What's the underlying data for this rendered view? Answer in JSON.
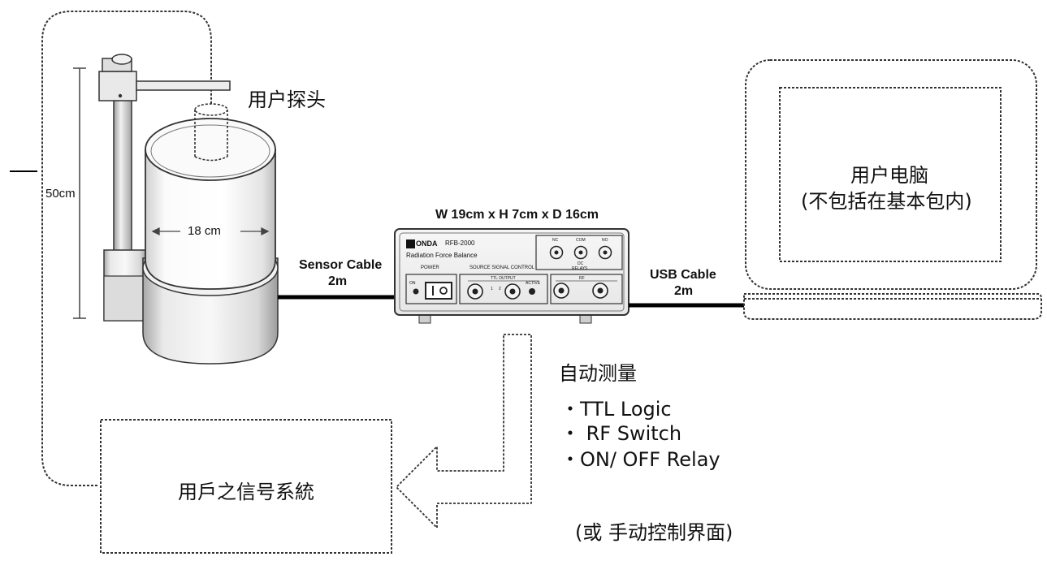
{
  "labels": {
    "user_probe": "用户探头",
    "height_dim": "50cm",
    "diameter_dim": "18 cm",
    "device_dims": "W 19cm x H 7cm x D 16cm",
    "sensor_cable": "Sensor Cable",
    "sensor_cable_len": "2m",
    "usb_cable": "USB Cable",
    "usb_cable_len": "2m",
    "user_pc_line1": "用户电脑",
    "user_pc_line2": "(不包括在基本包内)",
    "auto_measure_title": "自动测量",
    "auto_measure_items": [
      "・TTL Logic",
      "・ RF Switch",
      "・ON/ OFF Relay"
    ],
    "manual_control": "(或 手动控制界面)",
    "user_signal_system": "用戶之信号系統"
  },
  "device_panel": {
    "brand": "ONDA",
    "model": "RFB-2000",
    "product": "Radiation Force Balance",
    "power": "POWER",
    "on": "ON",
    "source_signal_control": "SOURCE SIGNAL CONTROL",
    "ttl_output": "TTL OUTPUT",
    "active": "ACTIVE",
    "nc": "NC",
    "com": "COM",
    "no": "NO",
    "dc": "DC",
    "relays": "RELAYS",
    "rf": "RF",
    "ch1": "1",
    "ch2": "2"
  },
  "icons": [
    "tank-icon",
    "probe-icon",
    "device-icon",
    "laptop-icon",
    "arrow-icon"
  ]
}
